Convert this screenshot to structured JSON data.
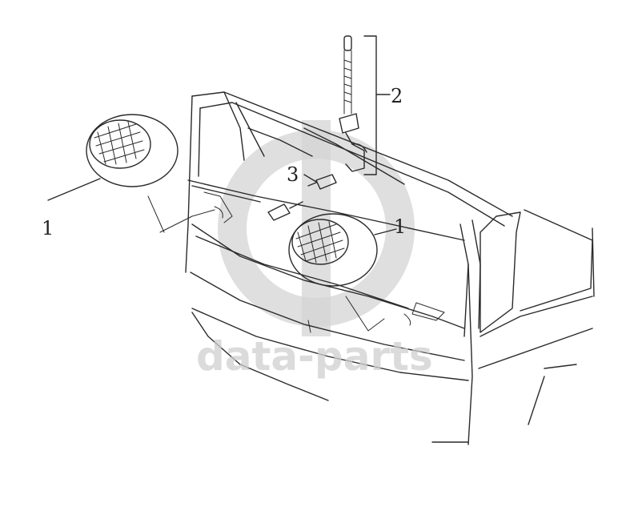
{
  "callouts": {
    "lamp_left": "1",
    "lamp_center": "1",
    "antenna": "2",
    "connector": "3"
  },
  "watermark": {
    "text": "data-parts"
  },
  "colors": {
    "line": "#2a2a2a",
    "watermark": "#cfcfcf",
    "background": "#ffffff"
  }
}
